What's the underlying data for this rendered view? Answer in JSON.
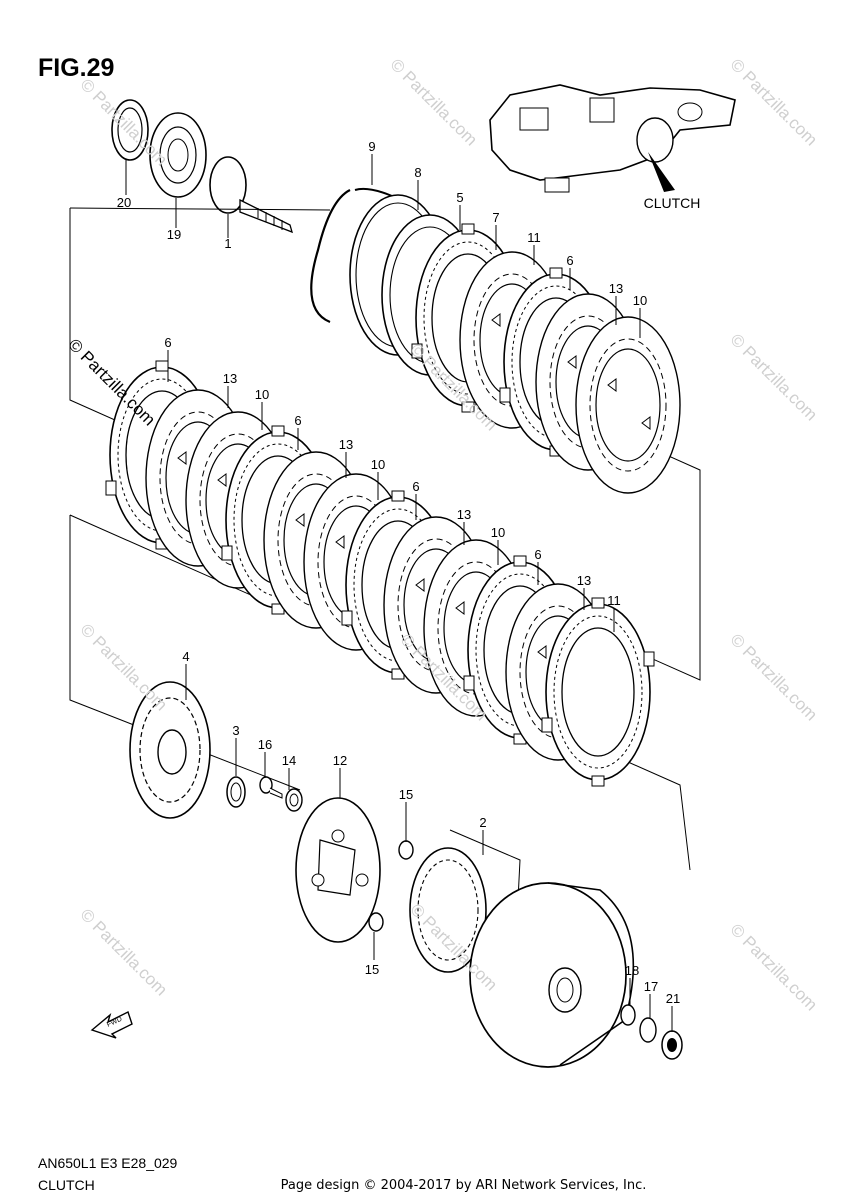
{
  "figure": {
    "title": "FIG.29"
  },
  "assembly": {
    "label": "CLUTCH"
  },
  "footer": {
    "model_code": "AN650L1 E3 E28_029",
    "section_name": "CLUTCH"
  },
  "credit": "Page design © 2004-2017 by ARI Network Services, Inc.",
  "watermark": "© Partzilla.com",
  "fwd_label": "FWD",
  "callouts": [
    "20",
    "19",
    "1",
    "9",
    "8",
    "5",
    "7",
    "11",
    "6",
    "13",
    "10",
    "6",
    "13",
    "10",
    "6",
    "13",
    "10",
    "6",
    "13",
    "10",
    "6",
    "13",
    "11",
    "4",
    "3",
    "16",
    "14",
    "12",
    "15",
    "15",
    "2",
    "18",
    "17",
    "21"
  ]
}
